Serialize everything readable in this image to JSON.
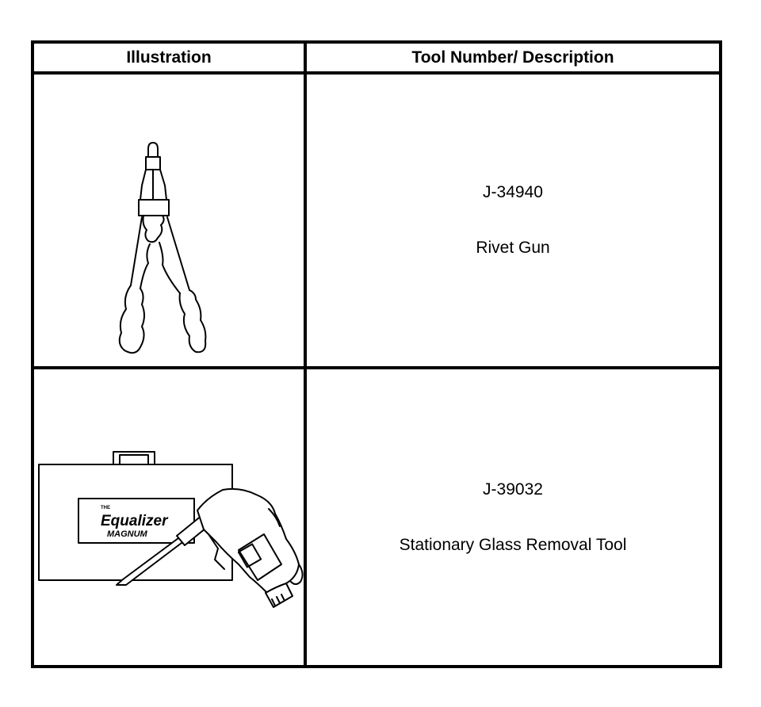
{
  "table": {
    "headers": {
      "illustration": "Illustration",
      "tool": "Tool Number/ Description"
    },
    "rows": [
      {
        "tool_number": "J-34940",
        "description": "Rivet Gun",
        "illustration_icon": "rivet-gun-icon"
      },
      {
        "tool_number": "J-39032",
        "description": "Stationary Glass Removal Tool",
        "illustration_icon": "glass-removal-tool-icon",
        "case_label": {
          "the": "THE",
          "brand": "Equalizer",
          "model": "MAGNUM"
        }
      }
    ]
  }
}
